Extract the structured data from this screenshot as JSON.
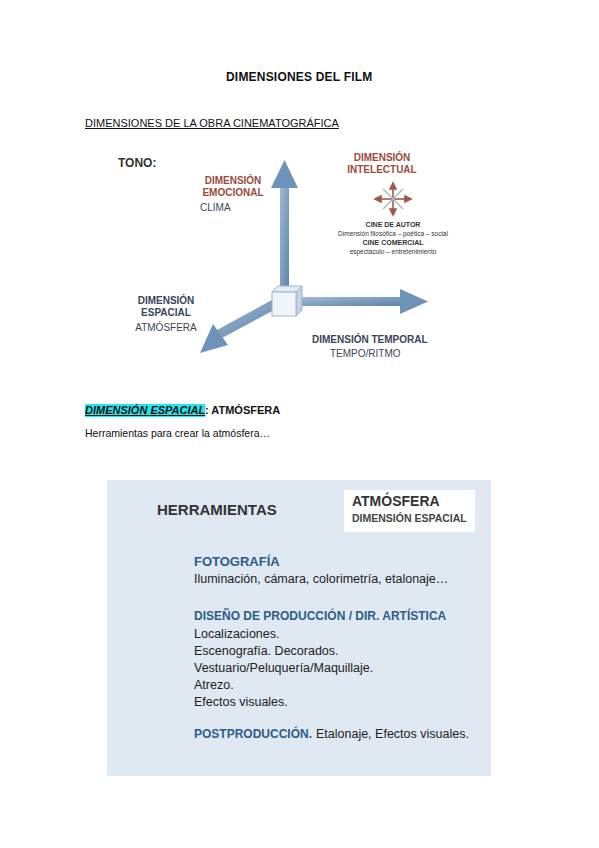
{
  "diagram": {
    "title": "DIMENSIONES DEL FILM",
    "nodes": [
      {
        "text": [
          "HERRAMIENTAS"
        ]
      },
      {
        "text": [
          "ATMÓSFERA",
          "DIMENSIÓN ESPACIAL"
        ],
        "in": 0
      }
    ],
    "labels": [
      "DIMENSIONES DE LA OBRA CINEMATOGRÁFICA",
      "TONO:",
      "DIMENSIÓN EMOCIONAL",
      "CLIMA",
      "DIMENSIÓN INTELECTUAL",
      "CINE DE AUTOR",
      "Dimensión filosófica – poética – social",
      "CINE COMERCIAL",
      "espectáculo – entretenimiento",
      "DIMENSIÓN ESPACIAL",
      "ATMÓSFERA",
      "DIMENSIÓN TEMPORAL",
      "TEMPO/RITMO",
      "DIMENSIÓN ESPACIAL",
      ": ATMÓSFERA",
      "Herramientas para crear la atmósfera…",
      "FOTOGRAFÍA",
      "Iluminación, cámara, colorimetría, etalonaje…",
      "DISEÑO DE PRODUCCIÓN / DIR. ARTÍSTICA",
      "Localizaciones.",
      "Escenografía. Decorados.",
      "Vestuario/Peluquería/Maquillaje.",
      "Atrezo.",
      "Efectos visuales.",
      "POSTPRODUCCIÓN.",
      "Etalonaje, Efectos visuales."
    ]
  }
}
